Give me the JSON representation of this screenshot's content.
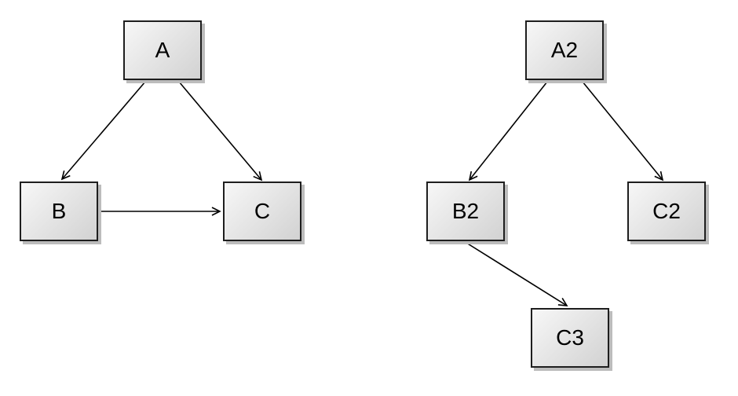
{
  "diagrams": [
    {
      "name": "left-graph",
      "nodes": [
        {
          "id": "A",
          "label": "A"
        },
        {
          "id": "B",
          "label": "B"
        },
        {
          "id": "C",
          "label": "C"
        }
      ],
      "edges": [
        {
          "from": "A",
          "to": "B"
        },
        {
          "from": "A",
          "to": "C"
        },
        {
          "from": "B",
          "to": "C"
        }
      ]
    },
    {
      "name": "right-graph",
      "nodes": [
        {
          "id": "A2",
          "label": "A2"
        },
        {
          "id": "B2",
          "label": "B2"
        },
        {
          "id": "C2",
          "label": "C2"
        },
        {
          "id": "C3",
          "label": "C3"
        }
      ],
      "edges": [
        {
          "from": "A2",
          "to": "B2"
        },
        {
          "from": "A2",
          "to": "C2"
        },
        {
          "from": "B2",
          "to": "C3"
        }
      ]
    }
  ],
  "colors": {
    "background": "#ffffff",
    "node_fill_top": "#f7f7f7",
    "node_fill_bottom": "#d2d2d2",
    "node_border": "#1e1e1e",
    "node_shadow": "#bcbcbc",
    "arrow": "#000000",
    "text": "#000000"
  }
}
